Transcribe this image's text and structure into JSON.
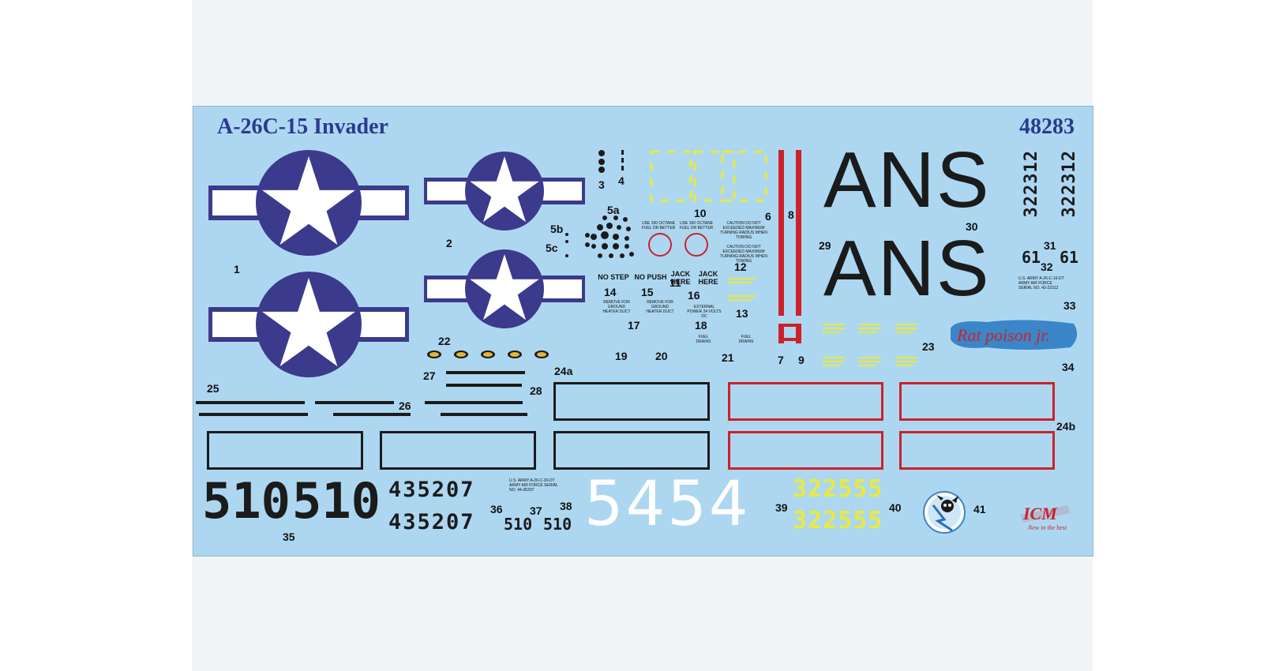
{
  "sheet": {
    "title": "A-26C-15 Invader",
    "code": "48283"
  },
  "numbers": {
    "n1": "1",
    "n2": "2",
    "n3": "3",
    "n4": "4",
    "n5a": "5a",
    "n5b": "5b",
    "n5c": "5c",
    "n6": "6",
    "n7": "7",
    "n8": "8",
    "n9": "9",
    "n10": "10",
    "n11": "11",
    "n12": "12",
    "n13": "13",
    "n14": "14",
    "n15": "15",
    "n16": "16",
    "n17": "17",
    "n18": "18",
    "n19": "19",
    "n20": "20",
    "n21": "21",
    "n22": "22",
    "n23": "23",
    "n24a": "24a",
    "n24b": "24b",
    "n25": "25",
    "n26": "26",
    "n27": "27",
    "n28": "28",
    "n29": "29",
    "n30": "30",
    "n31": "31",
    "n32": "32",
    "n33": "33",
    "n34": "34",
    "n35": "35",
    "n36": "36",
    "n37": "37",
    "n38": "38",
    "n39": "39",
    "n40": "40",
    "n41": "41"
  },
  "stencils": {
    "no_step": "NO STEP",
    "no_push": "NO PUSH",
    "jack_here_1": "JACK HERE",
    "jack_here_2": "JACK HERE",
    "octane_1": "USE 100 OCTANE FUEL OR BETTER",
    "octane_2": "USE 100 OCTANE FUEL OR BETTER",
    "caution_1": "CAUTION DO NOT EXCEEDED MAXIMUM TURNING RADIUS WHEN TOWING",
    "caution_2": "CAUTION DO NOT EXCEEDED MAXIMUM TURNING RADIUS WHEN TOWING",
    "remove_1": "REMOVE FOR GROUND HEATER DUCT",
    "remove_2": "REMOVE FOR GROUND HEATER DUCT",
    "external_power": "EXTERNAL POWER 24 VOLTS DC",
    "fuel_drains_1": "FUEL DRAINS",
    "fuel_drains_2": "FUEL DRAINS",
    "serial_33": "U.S. ARMY A-26-C-16-DT ARMY AIR FORCE SERIAL NO. 43-22312",
    "serial_36": "U.S. ARMY A-26-C-30-DT ARMY AIR FORCE SERIAL NO. 44-35207"
  },
  "codes": {
    "ans_top": "ANS",
    "ans_bottom": "ANS",
    "tail_1": "322312",
    "tail_2": "322312",
    "sixty_one_1": "61",
    "sixty_one_2": "61",
    "five_ten_1": "510",
    "five_ten_2": "510",
    "serial_1": "435207",
    "serial_2": "435207",
    "small_510_1": "510",
    "small_510_2": "510",
    "white_number": "5454",
    "yellow_1": "322555",
    "yellow_2": "322555"
  },
  "nose_art": "Rat poison jr.",
  "logo": {
    "brand": "ICM",
    "slogan": "New in the best"
  },
  "colors": {
    "sheet_bg": "#add7f1",
    "insignia_blue": "#3c3a8c",
    "insignia_white": "#ffffff",
    "stripe_red": "#cc2229",
    "stencil_black": "#1b1b1b",
    "stencil_yellow": "#e9ea3d",
    "title_blue": "#2b3a8f"
  }
}
